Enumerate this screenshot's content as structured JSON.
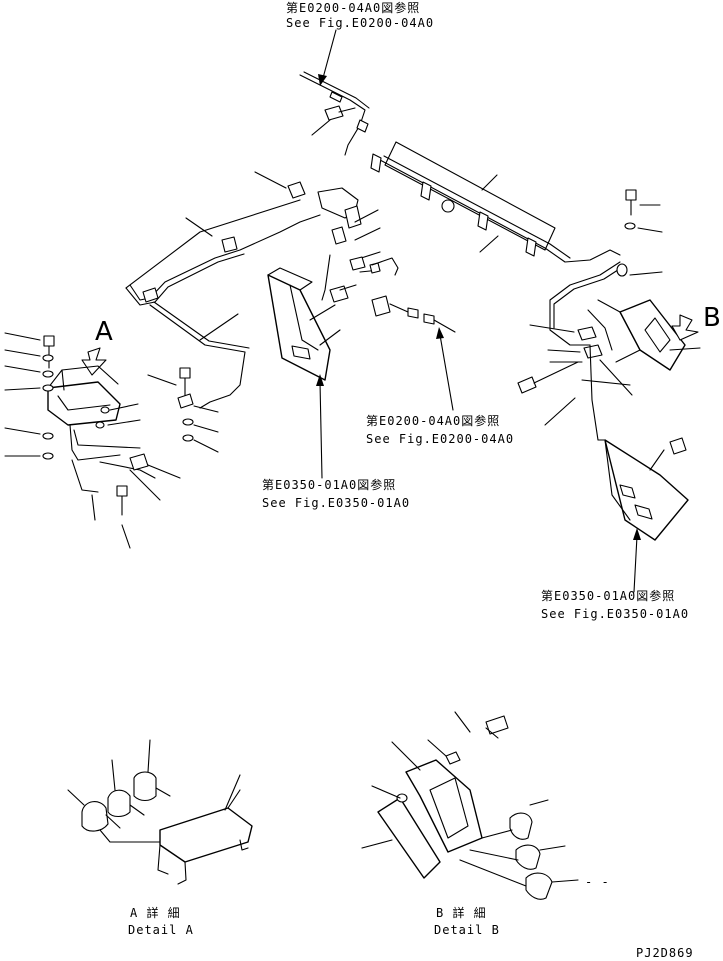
{
  "refs": {
    "top_jp": "第E0200-04A0図参照",
    "top_en": "See Fig.E0200-04A0",
    "mid_jp": "第E0200-04A0図参照",
    "mid_en": "See Fig.E0200-04A0",
    "left_jp": "第E0350-01A0図参照",
    "left_en": "See Fig.E0350-01A0",
    "right_jp": "第E0350-01A0図参照",
    "right_en": "See Fig.E0350-01A0"
  },
  "callouts": {
    "a": "A",
    "b": "B"
  },
  "details": {
    "a_jp": "A 詳 細",
    "a_en": "Detail A",
    "b_jp": "B 詳 細",
    "b_en": "Detail B"
  },
  "drawing_number": "PJ2D869",
  "tail_mark": "- -"
}
